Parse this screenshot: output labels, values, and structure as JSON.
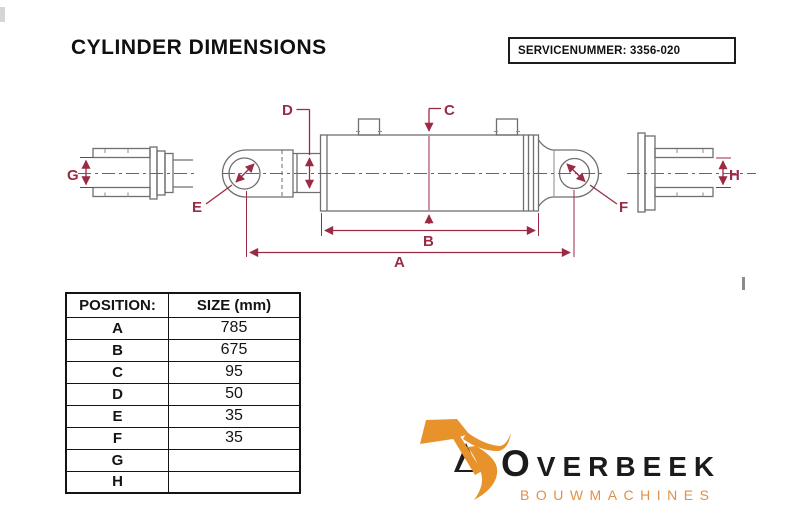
{
  "header": {
    "title": "CYLINDER DIMENSIONS",
    "service_label": "SERVICENUMMER: 3356-020"
  },
  "diagram": {
    "labels": {
      "A": "A",
      "B": "B",
      "C": "C",
      "D": "D",
      "E": "E",
      "F": "F",
      "G": "G",
      "H": "H"
    }
  },
  "table": {
    "headers": [
      "POSITION:",
      "SIZE (mm)"
    ],
    "rows": [
      {
        "position": "A",
        "size": "785"
      },
      {
        "position": "B",
        "size": "675"
      },
      {
        "position": "C",
        "size": "95"
      },
      {
        "position": "D",
        "size": "50"
      },
      {
        "position": "E",
        "size": "35"
      },
      {
        "position": "F",
        "size": "35"
      },
      {
        "position": "G",
        "size": ""
      },
      {
        "position": "H",
        "size": ""
      }
    ]
  },
  "logo": {
    "brand": "OVERBEEK",
    "subtitle": "BOUWMACHINES"
  },
  "colors": {
    "dimension_maroon": "#9b2b44",
    "centerline": "#a0495f",
    "drawing_gray": "#6f6f6f",
    "logo_orange": "#e8922c",
    "logo_subtitle_orange": "#e19147",
    "text_black": "#141414"
  }
}
